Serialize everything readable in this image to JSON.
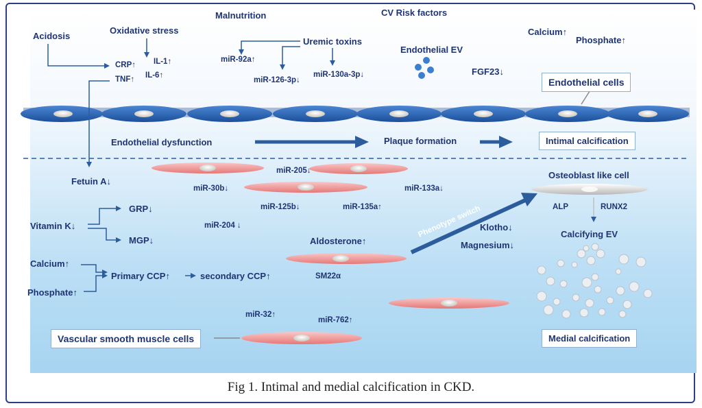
{
  "caption": "Fig 1. Intimal and medial calcification in CKD.",
  "top": {
    "acidosis": "Acidosis",
    "oxidative_stress": "Oxidative stress",
    "malnutrition": "Malnutrition",
    "cv_risk_factors": "CV Risk factors",
    "uremic_toxins": "Uremic toxins",
    "crp": "CRP↑",
    "il1": "IL-1↑",
    "tnf": "TNF↑",
    "il6": "IL-6↑",
    "mir92a": "miR-92a↑",
    "mir126": "miR-126-3p↓",
    "mir130": "miR-130a-3p↓",
    "endothelial_ev": "Endothelial EV",
    "fgf23": "FGF23↓",
    "calcium": "Calcium↑",
    "phosphate": "Phosphate↑",
    "endothelial_cells": "Endothelial cells"
  },
  "middle": {
    "endothelial_dysfunction": "Endothelial dysfunction",
    "plaque_formation": "Plaque formation",
    "intimal_calcification": "Intimal calcification"
  },
  "lower": {
    "fetuin_a": "Fetuin A↓",
    "mir205": "miR-205↓",
    "mir30b": "miR-30b↓",
    "mir133a": "miR-133a↓",
    "mir125b": "miR-125b↓",
    "mir135a": "miR-135a↑",
    "mir204": "miR-204 ↓",
    "vitamin_k": "Vitamin K↓",
    "grp": "GRP↓",
    "mgp": "MGP↓",
    "phenotype_switch": "Phenotype switch",
    "aldosterone": "Aldosterone↑",
    "sm22a": "SM22α",
    "klotho": "Klotho↓",
    "magnesium": "Magnesium↓",
    "calcium": "Calcium↑",
    "phosphate": "Phosphate↑",
    "primary_ccp": "Primary CCP↑",
    "secondary_ccp": "secondary CCP↑",
    "mir32": "miR-32↑",
    "mir762": "miR-762↑",
    "vsmc": "Vascular smooth muscle cells",
    "osteoblast": "Osteoblast like cell",
    "alp": "ALP",
    "runx2": "RUNX2",
    "calcifying_ev": "Calcifying EV",
    "medial_calcification": "Medial calcification"
  },
  "colors": {
    "text": "#1f3472",
    "arrow": "#2c5c9c",
    "endothelial_cell": "#2a64b5",
    "smooth_muscle_cell": "#ef8a8a"
  }
}
